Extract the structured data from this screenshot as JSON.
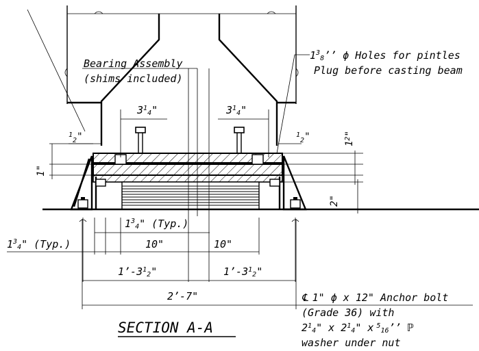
{
  "labels": {
    "bearing_assembly": "Bearing Assembly",
    "shims": "(shims included)",
    "holes_l1a": "1",
    "holes_l1b": "3",
    "holes_l1c": "8",
    "holes_l1d": "’’ ϕ Holes for pintles",
    "holes_l2": "Plug before casting beam",
    "dim_3q_left_a": "3",
    "dim_3q_left_b": "1",
    "dim_3q_left_c": "4",
    "dim_3q_left_d": "\"",
    "dim_3q_right_a": "3",
    "dim_3q_right_b": "1",
    "dim_3q_right_c": "4",
    "dim_3q_right_d": "\"",
    "dim_half_left_a": "1",
    "dim_half_left_b": "2",
    "dim_half_left_c": "\"",
    "dim_half_right_a": "1",
    "dim_half_right_b": "2",
    "dim_half_right_c": "\"",
    "dim_1in": "1\"",
    "dim_1half_vert_a": "1",
    "dim_1half_vert_b": "2",
    "dim_1half_vert_c": "\"",
    "dim_2in": "2\"",
    "dim_134_center_a": "1",
    "dim_134_center_b": "3",
    "dim_134_center_c": "4",
    "dim_134_center_d": "\" (Typ.)",
    "dim_134_left_a": "1",
    "dim_134_left_b": "3",
    "dim_134_left_c": "4",
    "dim_134_left_d": "\" (Typ.)",
    "dim_10_left": "10\"",
    "dim_10_right": "10\"",
    "dim_1_3half_left_a": "1’-3",
    "dim_1_3half_left_b": "1",
    "dim_1_3half_left_c": "2",
    "dim_1_3half_left_d": "\"",
    "dim_1_3half_right_a": "1’-3",
    "dim_1_3half_right_b": "1",
    "dim_1_3half_right_c": "2",
    "dim_1_3half_right_d": "\"",
    "dim_2_7": "2’-7\"",
    "anchor_l1_cl": "℄",
    "anchor_l1": "1\" ϕ x 12\" Anchor bolt",
    "anchor_l2": "(Grade 36) with",
    "anchor_l3_a": "2",
    "anchor_l3_b": "1",
    "anchor_l3_c": "4",
    "anchor_l3_d": "\" x 2",
    "anchor_l3_e": "1",
    "anchor_l3_f": "4",
    "anchor_l3_g": "\" x",
    "anchor_l3_h": "5",
    "anchor_l3_i": "16",
    "anchor_l3_j": "’’ ℙ",
    "anchor_l4": "washer under nut",
    "section_title": "SECTION A-A"
  }
}
